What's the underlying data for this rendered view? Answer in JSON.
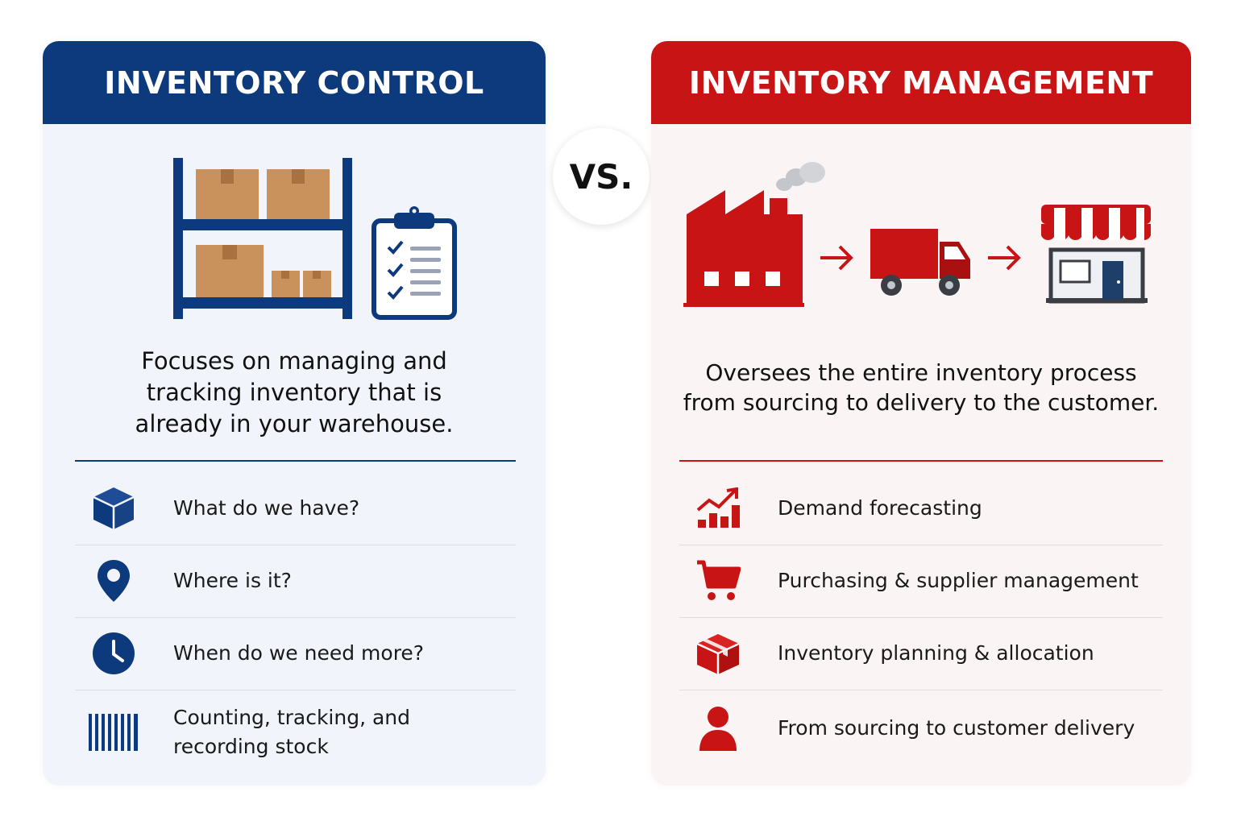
{
  "vs_label": "VS.",
  "left": {
    "title": "INVENTORY CONTROL",
    "description": [
      "Focuses on managing and",
      "tracking inventory that is",
      "already in your warehouse."
    ],
    "accent": "#0d3a7c",
    "hero_icons": [
      "warehouse-shelf-icon",
      "checklist-clipboard-icon"
    ],
    "items": [
      {
        "icon": "cube-icon",
        "lines": [
          "What do we have?"
        ]
      },
      {
        "icon": "location-pin-icon",
        "lines": [
          "Where is it?"
        ]
      },
      {
        "icon": "clock-icon",
        "lines": [
          "When do we need more?"
        ]
      },
      {
        "icon": "barcode-icon",
        "lines": [
          "Counting, tracking, and",
          "recording stock"
        ]
      }
    ]
  },
  "right": {
    "title": "INVENTORY MANAGEMENT",
    "description": [
      "Oversees the entire inventory process",
      "from sourcing to delivery to the customer."
    ],
    "accent": "#c81414",
    "hero_icons": [
      "factory-icon",
      "arrow-right-icon",
      "truck-icon",
      "arrow-right-icon",
      "store-icon"
    ],
    "items": [
      {
        "icon": "growth-chart-icon",
        "lines": [
          "Demand forecasting"
        ]
      },
      {
        "icon": "shopping-cart-icon",
        "lines": [
          "Purchasing & supplier management"
        ]
      },
      {
        "icon": "box-icon",
        "lines": [
          "Inventory planning & allocation"
        ]
      },
      {
        "icon": "person-icon",
        "lines": [
          "From sourcing to customer delivery"
        ]
      }
    ]
  }
}
